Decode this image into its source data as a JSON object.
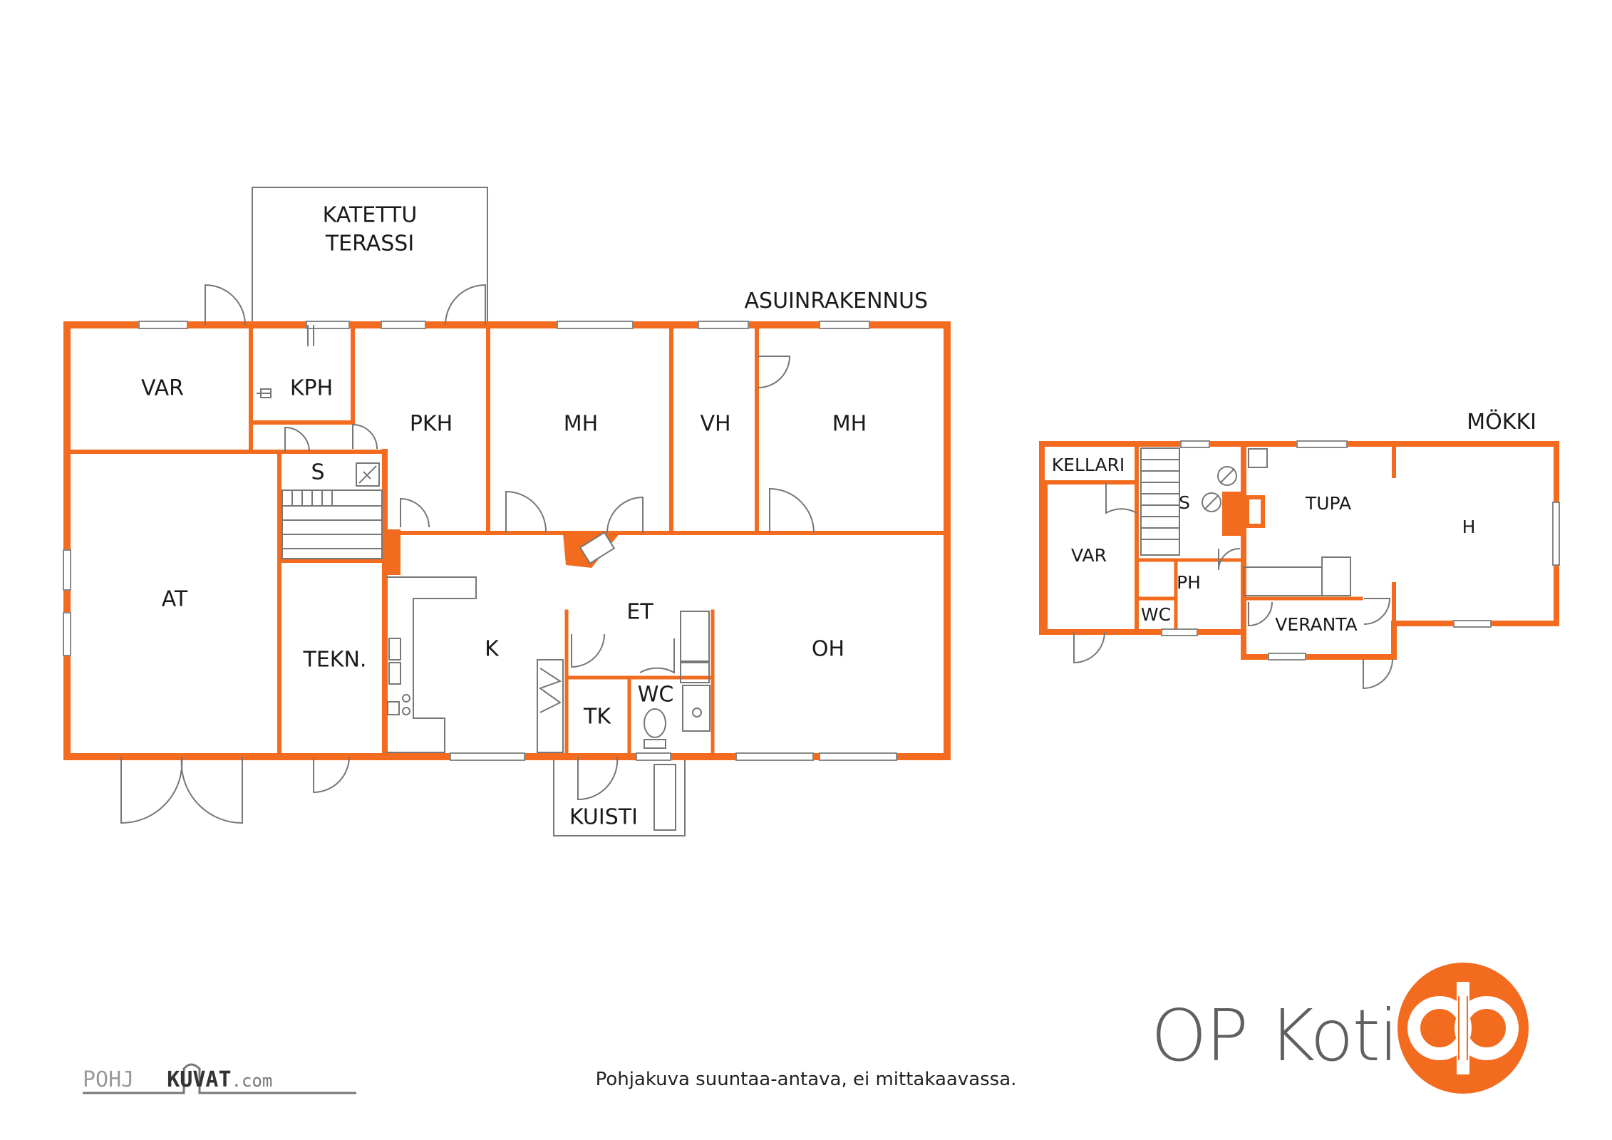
{
  "colors": {
    "wall": "#f26b1f",
    "line": "#777777",
    "text": "#1a1a1a",
    "brand_gray": "#606060"
  },
  "buildings": {
    "main": "ASUINRAKENNUS",
    "cottage": "MÖKKI"
  },
  "rooms": {
    "katettu_terassi_line1": "KATETTU",
    "katettu_terassi_line2": "TERASSI",
    "var": "VAR",
    "kph": "KPH",
    "pkh": "PKH",
    "mh1": "MH",
    "vh": "VH",
    "mh2": "MH",
    "s": "S",
    "at": "AT",
    "tekn": "TEKN.",
    "k": "K",
    "et": "ET",
    "oh": "OH",
    "tk": "TK",
    "wc": "WC",
    "kuisti": "KUISTI"
  },
  "cottage_rooms": {
    "kellari": "KELLARI",
    "var": "VAR",
    "s": "S",
    "ph": "PH",
    "wc": "WC",
    "tupa": "TUPA",
    "h": "H",
    "veranta": "VERANTA"
  },
  "footer": {
    "disclaimer": "Pohjakuva suuntaa-antava, ei mittakaavassa.",
    "watermark_light": "POHJ",
    "watermark_bold": "KUVAT",
    "watermark_suffix": ".com"
  },
  "brand": {
    "name": "OP Koti",
    "logo_icon": "op-logo-icon"
  }
}
